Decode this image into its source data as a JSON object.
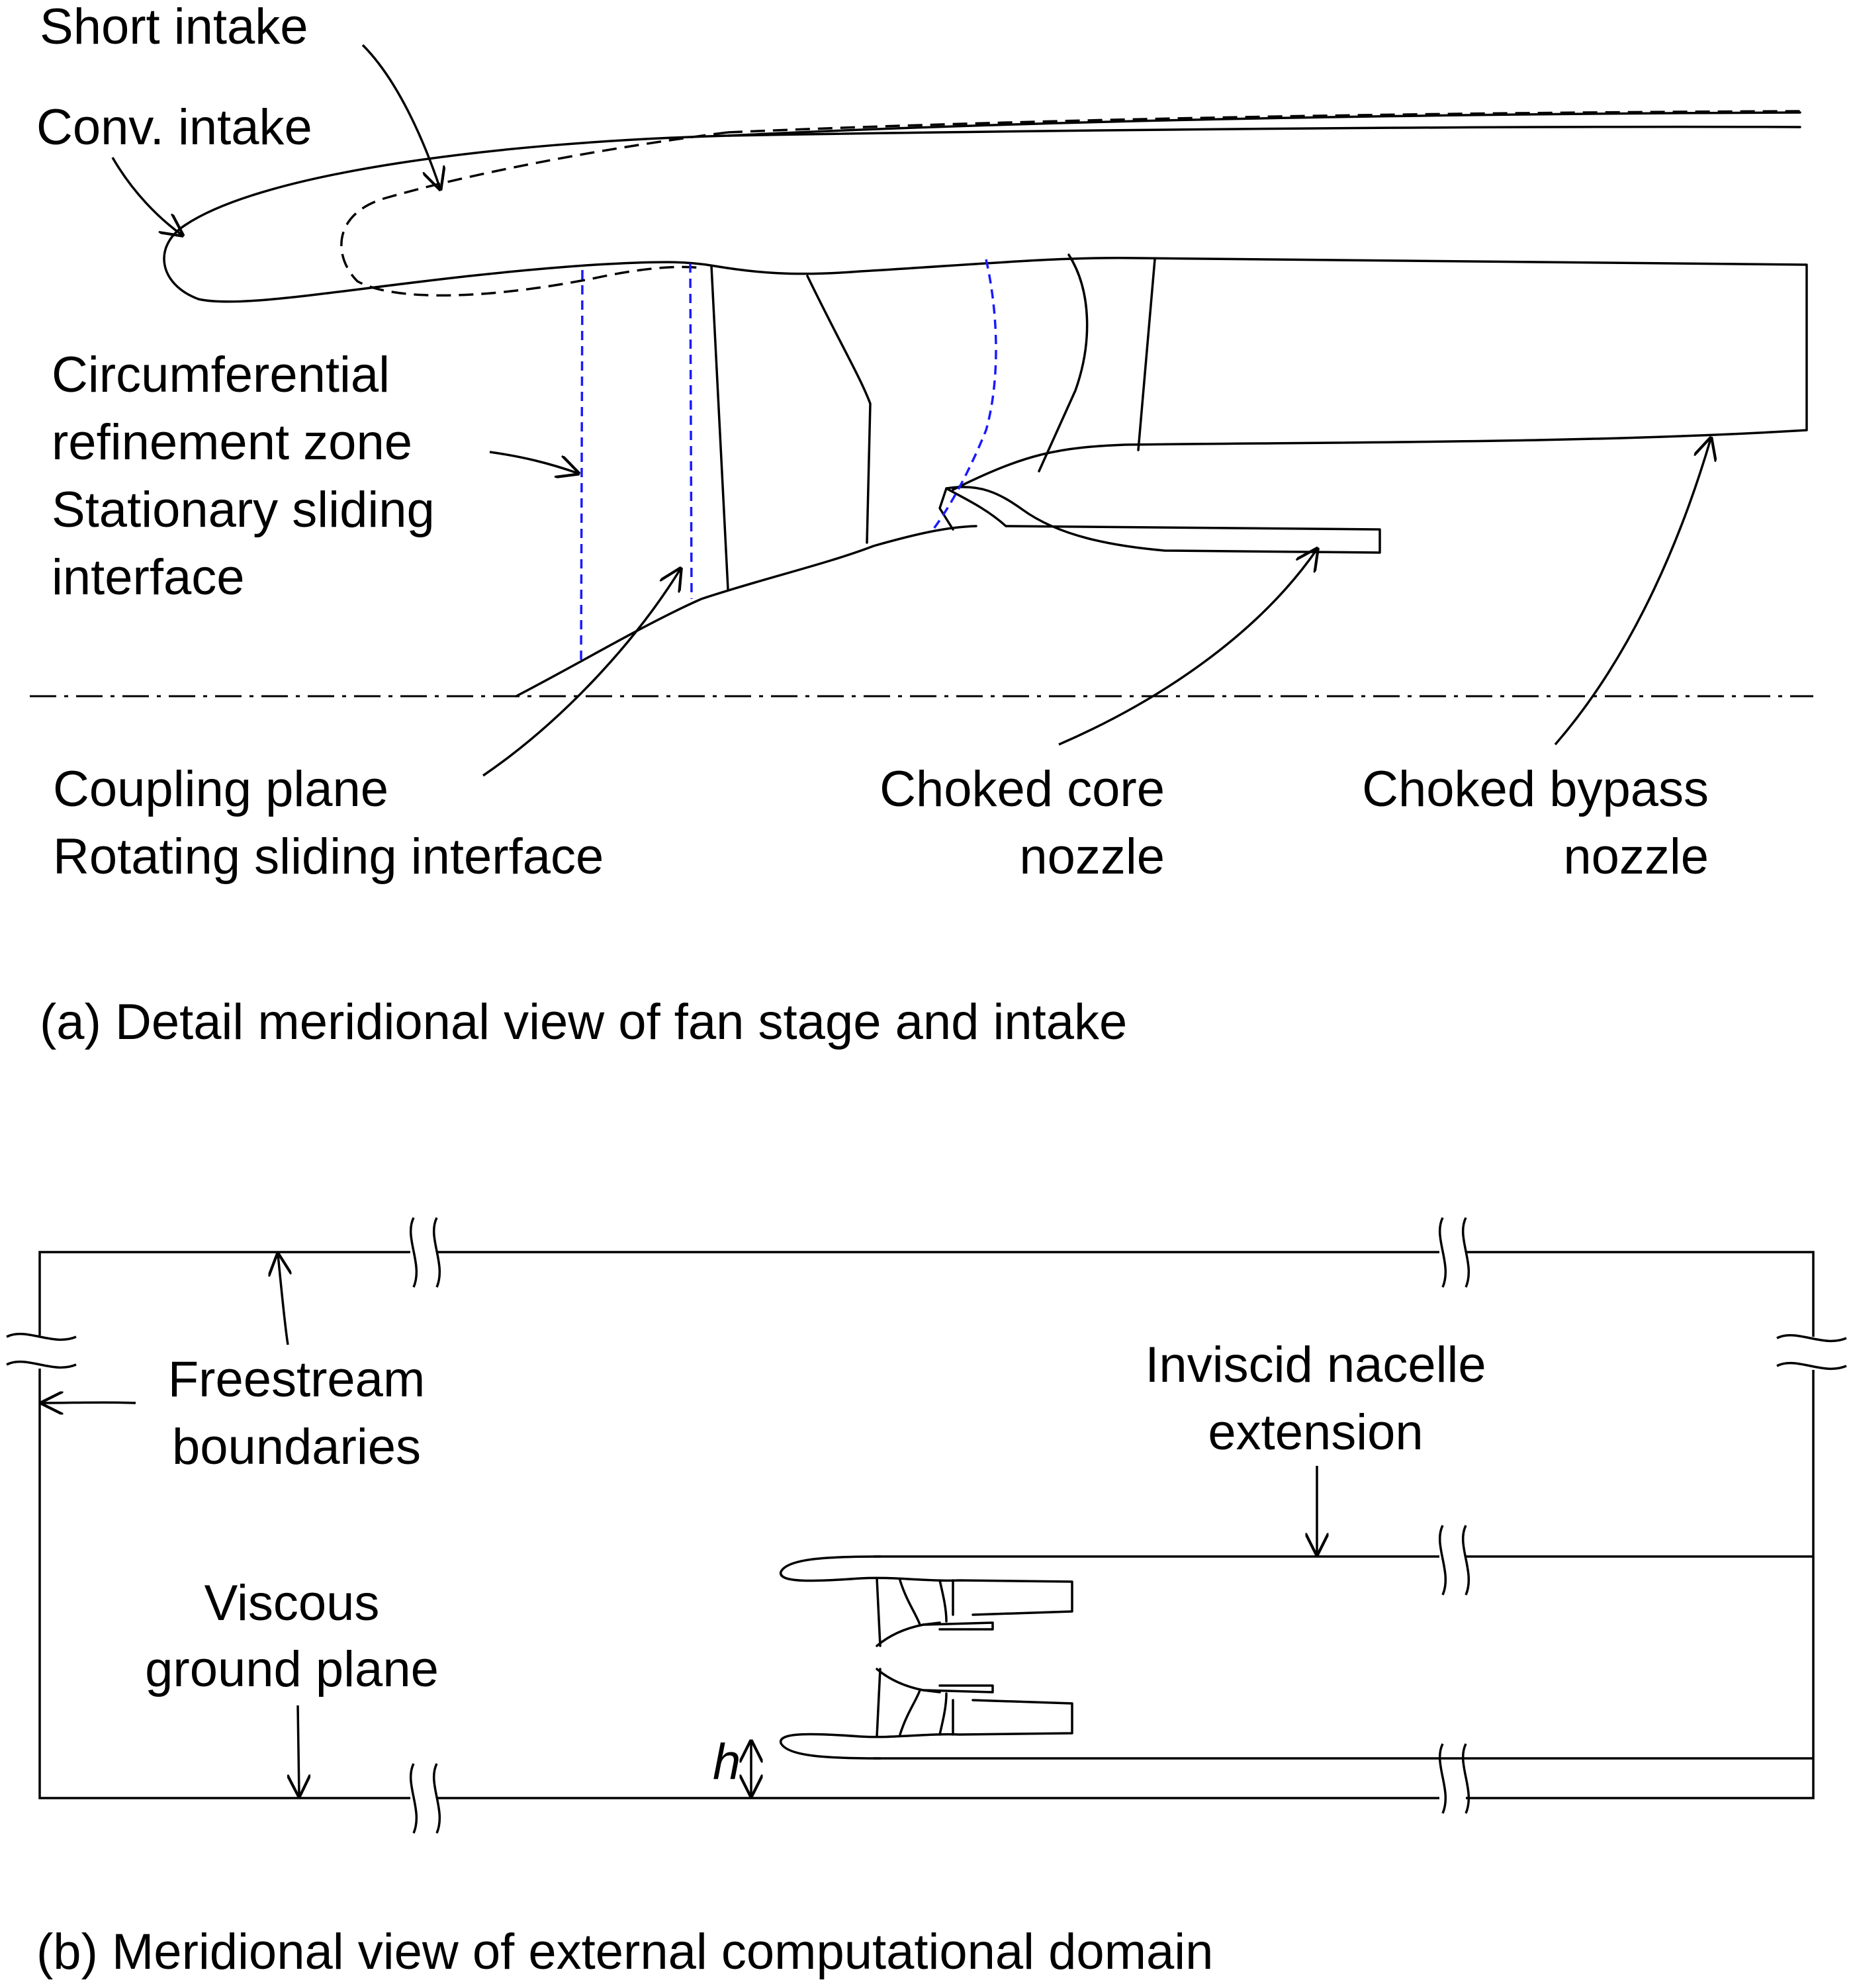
{
  "panel_a": {
    "labels": {
      "short_intake": "Short intake",
      "conv_intake": "Conv. intake",
      "circ_line1": "Circumferential",
      "circ_line2": "refinement zone",
      "stat_line1": "Stationary sliding",
      "stat_line2": "interface",
      "coupling_plane": "Coupling plane",
      "rotating_interface": "Rotating sliding interface",
      "core_line1": "Choked core",
      "core_line2": "nozzle",
      "bypass_line1": "Choked bypass",
      "bypass_line2": "nozzle"
    },
    "caption": "(a) Detail meridional view of fan stage and intake"
  },
  "panel_b": {
    "labels": {
      "freestream_line1": "Freestream",
      "freestream_line2": "boundaries",
      "inviscid_line1": "Inviscid nacelle",
      "inviscid_line2": "extension",
      "viscous_line1": "Viscous",
      "viscous_line2": "ground plane",
      "h": "h"
    },
    "caption": "(b) Meridional view of external computational domain"
  },
  "colors": {
    "line": "#000000",
    "interface_dashed": "#1a1aff",
    "background": "#ffffff"
  }
}
